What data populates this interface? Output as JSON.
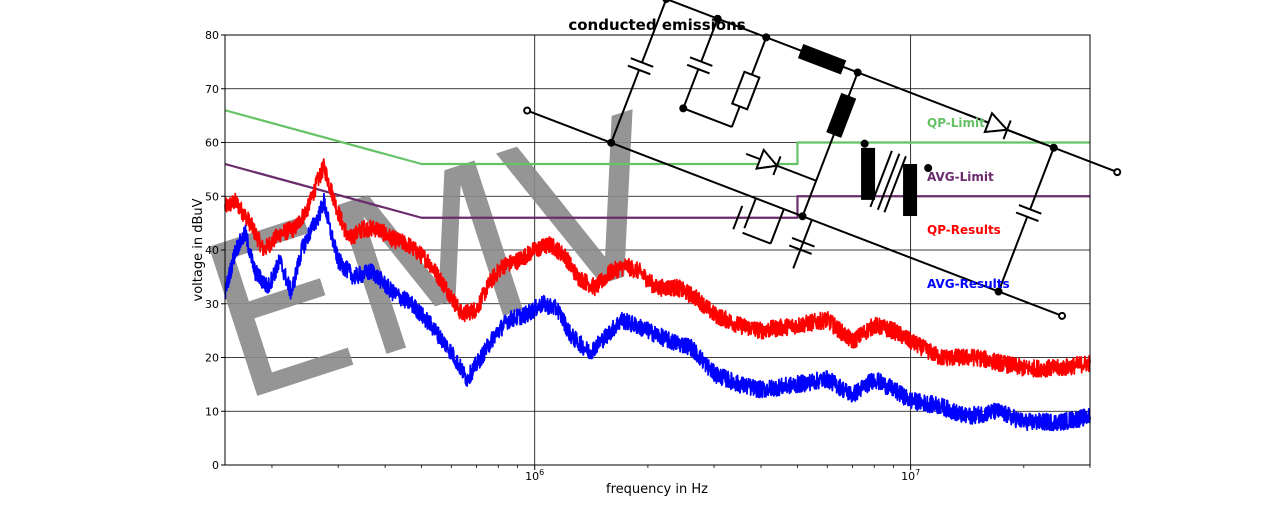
{
  "chart_data": {
    "type": "line",
    "title": "conducted emissions",
    "xlabel": "frequency in Hz",
    "ylabel": "voltage in dBuV",
    "x_scale": "log",
    "xlim": [
      150000,
      30000000
    ],
    "ylim": [
      0,
      80
    ],
    "y_ticks": [
      0,
      10,
      20,
      30,
      40,
      50,
      60,
      70,
      80
    ],
    "x_ticks": [
      {
        "value": 1000000,
        "base": "10",
        "exp": "6"
      },
      {
        "value": 10000000,
        "base": "10",
        "exp": "7"
      }
    ],
    "grid": true,
    "watermark": "EMV",
    "series": [
      {
        "name": "QP-Limit",
        "color": "#66c266",
        "style": "line",
        "points": [
          [
            150000,
            66
          ],
          [
            500000,
            56
          ],
          [
            5000000,
            56
          ],
          [
            5000000,
            60
          ],
          [
            30000000,
            60
          ]
        ]
      },
      {
        "name": "AVG-Limit",
        "color": "#6b2c6e",
        "style": "line",
        "points": [
          [
            150000,
            56
          ],
          [
            500000,
            46
          ],
          [
            5000000,
            46
          ],
          [
            5000000,
            50
          ],
          [
            30000000,
            50
          ]
        ]
      },
      {
        "name": "QP-Results",
        "color": "#ff0000",
        "style": "noisy",
        "noise": 1.6,
        "points": [
          [
            150000,
            48
          ],
          [
            160000,
            49
          ],
          [
            175000,
            45
          ],
          [
            190000,
            40
          ],
          [
            210000,
            43
          ],
          [
            230000,
            44
          ],
          [
            250000,
            48
          ],
          [
            265000,
            53
          ],
          [
            275000,
            55.5
          ],
          [
            285000,
            52
          ],
          [
            300000,
            47
          ],
          [
            320000,
            42
          ],
          [
            350000,
            44
          ],
          [
            380000,
            44
          ],
          [
            420000,
            42
          ],
          [
            460000,
            41
          ],
          [
            520000,
            38
          ],
          [
            580000,
            33
          ],
          [
            640000,
            28
          ],
          [
            700000,
            29
          ],
          [
            760000,
            34
          ],
          [
            820000,
            37
          ],
          [
            900000,
            38
          ],
          [
            1000000,
            40
          ],
          [
            1100000,
            41
          ],
          [
            1200000,
            39
          ],
          [
            1300000,
            35
          ],
          [
            1450000,
            33
          ],
          [
            1600000,
            36
          ],
          [
            1750000,
            37
          ],
          [
            1900000,
            36
          ],
          [
            2100000,
            33
          ],
          [
            2400000,
            33
          ],
          [
            2700000,
            31
          ],
          [
            3000000,
            28
          ],
          [
            3500000,
            26
          ],
          [
            4000000,
            25
          ],
          [
            5000000,
            26
          ],
          [
            6000000,
            27
          ],
          [
            7000000,
            23
          ],
          [
            8000000,
            26
          ],
          [
            9000000,
            25
          ],
          [
            10000000,
            23
          ],
          [
            12000000,
            20
          ],
          [
            15000000,
            20
          ],
          [
            20000000,
            18
          ],
          [
            25000000,
            18
          ],
          [
            30000000,
            19
          ]
        ]
      },
      {
        "name": "AVG-Results",
        "color": "#0000ff",
        "style": "noisy",
        "noise": 1.6,
        "points": [
          [
            150000,
            32
          ],
          [
            160000,
            40
          ],
          [
            170000,
            43
          ],
          [
            180000,
            36
          ],
          [
            195000,
            33
          ],
          [
            210000,
            38
          ],
          [
            225000,
            32
          ],
          [
            240000,
            40
          ],
          [
            255000,
            44
          ],
          [
            265000,
            46
          ],
          [
            275000,
            49
          ],
          [
            285000,
            44
          ],
          [
            300000,
            38
          ],
          [
            330000,
            35
          ],
          [
            370000,
            36
          ],
          [
            420000,
            32
          ],
          [
            470000,
            30
          ],
          [
            530000,
            26
          ],
          [
            600000,
            21
          ],
          [
            660000,
            16
          ],
          [
            720000,
            20
          ],
          [
            780000,
            24
          ],
          [
            850000,
            27
          ],
          [
            950000,
            28
          ],
          [
            1050000,
            30
          ],
          [
            1150000,
            29
          ],
          [
            1250000,
            24
          ],
          [
            1400000,
            21
          ],
          [
            1550000,
            24
          ],
          [
            1700000,
            27
          ],
          [
            1850000,
            26
          ],
          [
            2000000,
            25
          ],
          [
            2300000,
            23
          ],
          [
            2600000,
            22
          ],
          [
            3000000,
            17
          ],
          [
            3500000,
            15
          ],
          [
            4000000,
            14
          ],
          [
            5000000,
            15
          ],
          [
            6000000,
            16
          ],
          [
            7000000,
            13
          ],
          [
            8000000,
            16
          ],
          [
            9000000,
            14
          ],
          [
            10000000,
            12
          ],
          [
            12000000,
            11
          ],
          [
            14000000,
            9
          ],
          [
            17000000,
            10
          ],
          [
            20000000,
            8
          ],
          [
            25000000,
            8
          ],
          [
            30000000,
            9
          ]
        ]
      }
    ]
  }
}
